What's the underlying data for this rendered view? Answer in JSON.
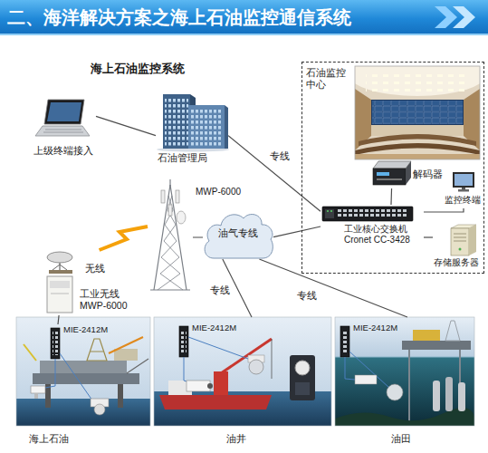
{
  "diagram": {
    "title": "二、海洋解决方案之海上石油监控通信系统",
    "nodes": [
      {
        "text": [
          "上级终端接入"
        ]
      },
      {
        "text": [
          "石油管理局"
        ]
      },
      {
        "text": [
          "石油监控中心"
        ]
      },
      {
        "text": [
          "解码器"
        ],
        "in": 2
      },
      {
        "text": [
          "监控终端"
        ],
        "in": 2
      },
      {
        "text": [
          "工业核心交换机 Cronet CC-3428"
        ],
        "in": 2
      },
      {
        "text": [
          "存储服务器"
        ],
        "in": 2
      },
      {
        "text": [
          "MWP-6000"
        ]
      },
      {
        "text": [
          "油气专线"
        ]
      },
      {
        "text": [
          "工业无线 MWP-6000"
        ]
      },
      {
        "text": [
          "海上石油"
        ]
      },
      {
        "text": [
          "MIE-2412M"
        ],
        "in": 10
      },
      {
        "text": [
          "油井"
        ]
      },
      {
        "text": [
          "MIE-2412M"
        ],
        "in": 12
      },
      {
        "text": [
          "油田"
        ]
      },
      {
        "text": [
          "MIE-2412M"
        ],
        "in": 14
      }
    ],
    "edges": [
      {
        "from": 0,
        "to": 1,
        "arrow": "none"
      },
      {
        "from": 1,
        "to": 5,
        "label": "专线",
        "arrow": "none"
      },
      {
        "from": 5,
        "to": 3,
        "arrow": "none"
      },
      {
        "from": 5,
        "to": 4,
        "arrow": "none"
      },
      {
        "from": 5,
        "to": 6,
        "arrow": "none"
      },
      {
        "from": 8,
        "to": 5,
        "arrow": "none"
      },
      {
        "from": 7,
        "to": 8,
        "arrow": "none"
      },
      {
        "from": 7,
        "to": 9,
        "label": "无线",
        "arrow": "none"
      },
      {
        "from": 8,
        "to": 12,
        "label": "专线",
        "arrow": "none"
      },
      {
        "from": 8,
        "to": 14,
        "label": "专线",
        "arrow": "none"
      },
      {
        "from": 9,
        "to": 11,
        "arrow": "none"
      }
    ],
    "labels": [
      "海上石油监控系统"
    ]
  }
}
